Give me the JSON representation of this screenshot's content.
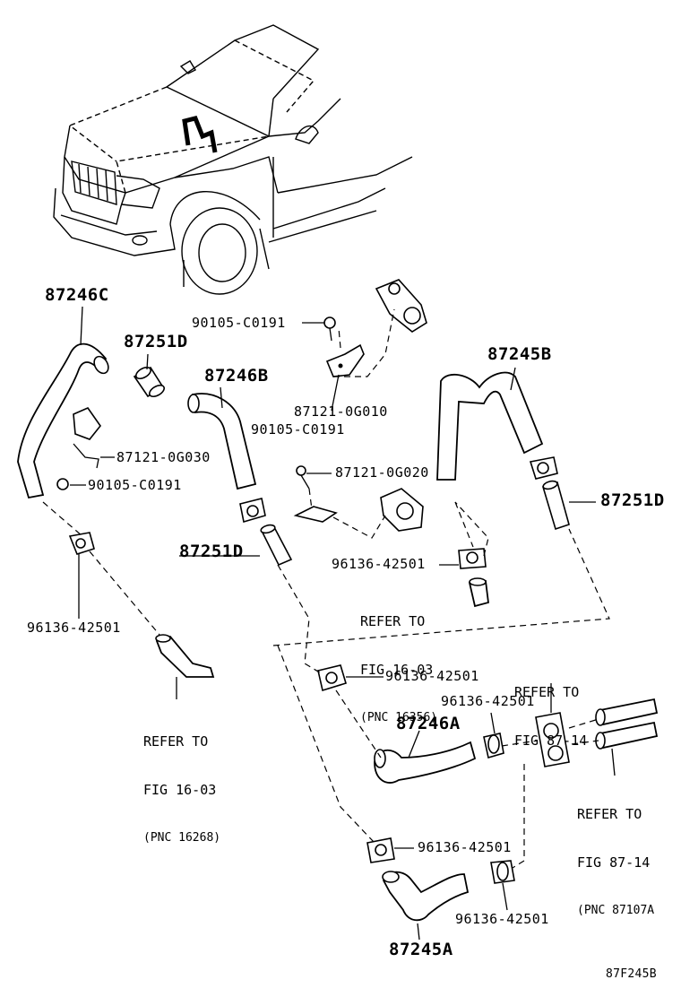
{
  "labels": {
    "p87246C": "87246C",
    "p87251D_a": "87251D",
    "p87246B": "87246B",
    "p90105_a": "90105-C0191",
    "p87121_0G010": "87121-0G010",
    "p90105_b": "90105-C0191",
    "p87121_0G020": "87121-0G020",
    "p87121_0G030": "87121-0G030",
    "p90105_c": "90105-C0191",
    "p87245B": "87245B",
    "p87251D_b": "87251D",
    "p87251D_c": "87251D",
    "p96136_a": "96136-42501",
    "p96136_b": "96136-42501",
    "p96136_c": "96136-42501",
    "p96136_d": "96136-42501",
    "p96136_e": "96136-42501",
    "p96136_f": "96136-42501",
    "p87246A": "87246A",
    "p87245A": "87245A",
    "figure_code": "87F245B"
  },
  "refs": {
    "r1": {
      "line1": "REFER TO",
      "line2": "FIG 16-03",
      "line3": "(PNC 16356)"
    },
    "r2": {
      "line1": "REFER TO",
      "line2": "FIG 16-03",
      "line3": "(PNC 16268)"
    },
    "r3": {
      "line1": "REFER TO",
      "line2": "FIG 87-14"
    },
    "r4": {
      "line1": "REFER TO",
      "line2": "FIG 87-14",
      "line3": "(PNC 87107A"
    }
  }
}
